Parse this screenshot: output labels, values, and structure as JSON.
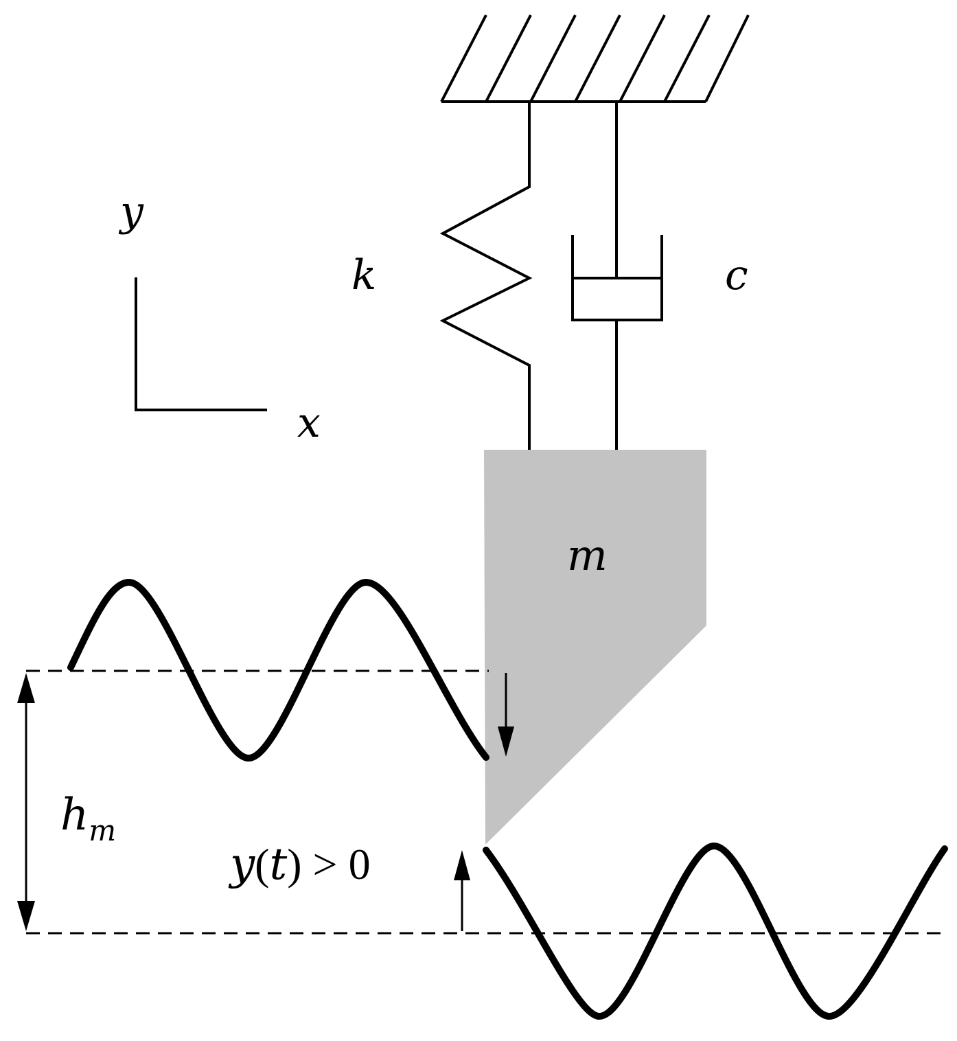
{
  "diagram": {
    "labels": {
      "axis_y": "y",
      "axis_x": "x",
      "spring": "k",
      "damper": "c",
      "mass": "m",
      "depth_main": "h",
      "depth_sub": "m",
      "disp_y": "y",
      "disp_open": "(",
      "disp_t": "t",
      "disp_rest": ") > 0"
    },
    "colors": {
      "ink": "#000000",
      "tool_fill": "#c3c3c3",
      "background": "#ffffff"
    }
  }
}
